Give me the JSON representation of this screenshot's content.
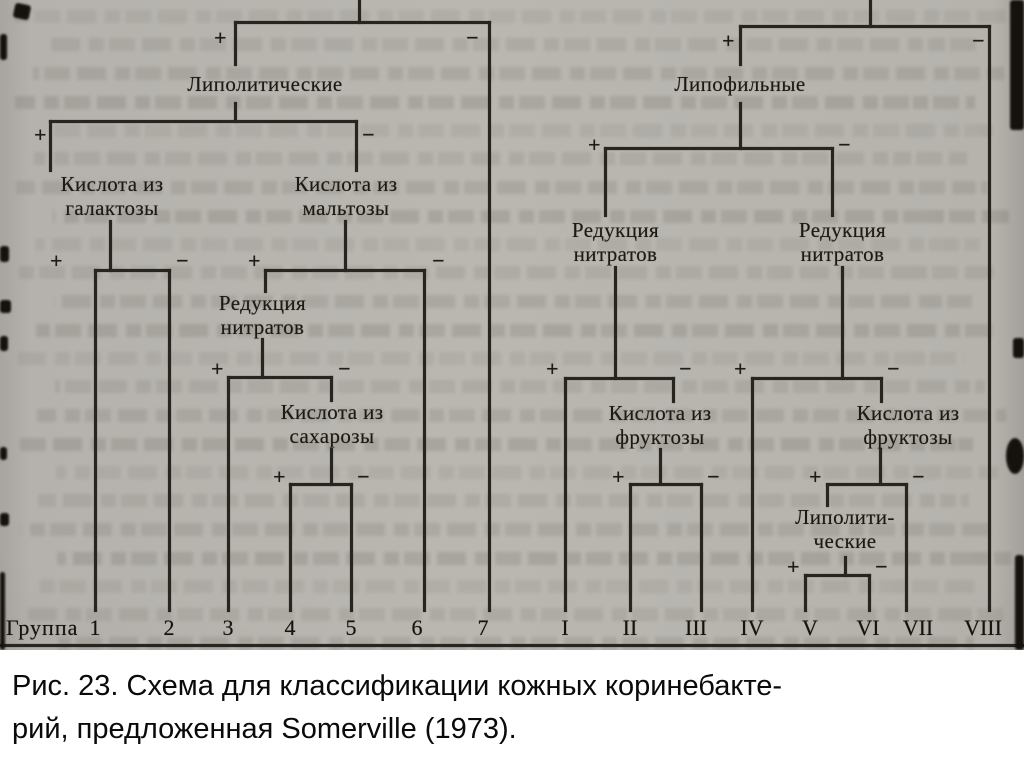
{
  "signs": {
    "plus": "+",
    "minus": "−"
  },
  "axis": {
    "group_label": "Группа"
  },
  "nodes": {
    "lipolytic": {
      "line1": "Липолитические"
    },
    "galactose": {
      "line1": "Кислота из",
      "line2": "галактозы"
    },
    "maltose": {
      "line1": "Кислота из",
      "line2": "мальтозы"
    },
    "nitrate_l": {
      "line1": "Редукция",
      "line2": "нитратов"
    },
    "sucrose": {
      "line1": "Кислота из",
      "line2": "сахарозы"
    },
    "lipophilic": {
      "line1": "Липофильные"
    },
    "nitrate_r1": {
      "line1": "Редукция",
      "line2": "нитратов"
    },
    "nitrate_r2": {
      "line1": "Редукция",
      "line2": "нитратов"
    },
    "fructose_r1": {
      "line1": "Кислота из",
      "line2": "фруктозы"
    },
    "fructose_r2": {
      "line1": "Кислота из",
      "line2": "фруктозы"
    },
    "lipolytic_small": {
      "line1": "Липолити-",
      "line2": "ческие"
    }
  },
  "groups": {
    "arabic": [
      "1",
      "2",
      "3",
      "4",
      "5",
      "6",
      "7"
    ],
    "roman": [
      "I",
      "II",
      "III",
      "IV",
      "V",
      "VI",
      "VII",
      "VIII"
    ]
  },
  "hierarchy": {
    "left_tree": {
      "plus": {
        "test": "Липолитические",
        "plus": {
          "test": "Кислота из галактозы",
          "plus": "1",
          "minus": "2"
        },
        "minus": {
          "test": "Кислота из мальтозы",
          "plus": {
            "test": "Редукция нитратов",
            "plus": "3",
            "minus": {
              "test": "Кислота из сахарозы",
              "plus": "4",
              "minus": "5"
            }
          },
          "minus": "6"
        }
      },
      "minus": "7"
    },
    "right_tree": {
      "plus": {
        "test": "Липофильные",
        "plus": {
          "test": "Редукция нитратов",
          "plus": "I",
          "minus": {
            "test": "Кислота из фруктозы",
            "plus": "II",
            "minus": "III"
          }
        },
        "minus": {
          "test": "Редукция нитратов",
          "plus": "IV",
          "minus": {
            "test": "Кислота из фруктозы",
            "plus": {
              "test": "Липолитические",
              "plus": "V",
              "minus": "VI"
            },
            "minus": "VII"
          }
        }
      },
      "minus": "VIII"
    }
  },
  "figure_caption": {
    "line1": "Рис. 23. Схема для классификации кожных коринебакте-",
    "line2": "рий, предложенная Somerville (1973)."
  }
}
